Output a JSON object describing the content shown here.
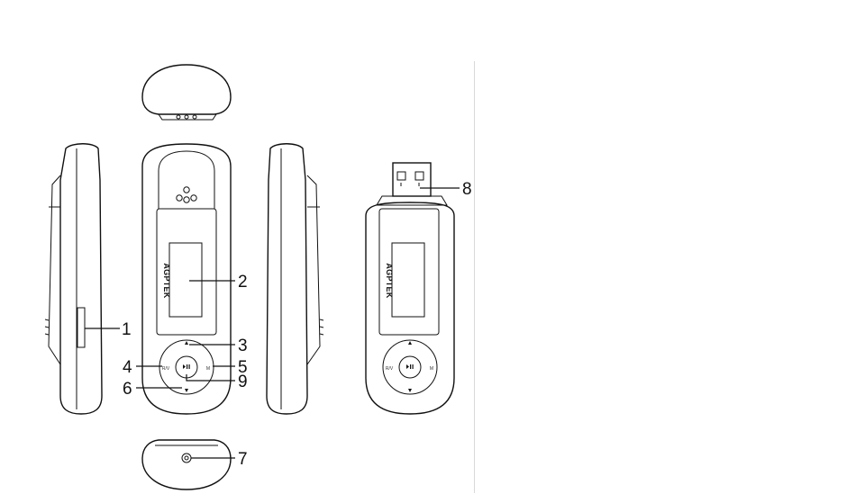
{
  "callouts": {
    "c1": "1",
    "c2": "2",
    "c3": "3",
    "c4": "4",
    "c5": "5",
    "c6": "6",
    "c7": "7",
    "c8": "8",
    "c9": "9"
  },
  "device": {
    "brand": "AGPTEK",
    "button_left": "R/V",
    "button_right": "M"
  }
}
